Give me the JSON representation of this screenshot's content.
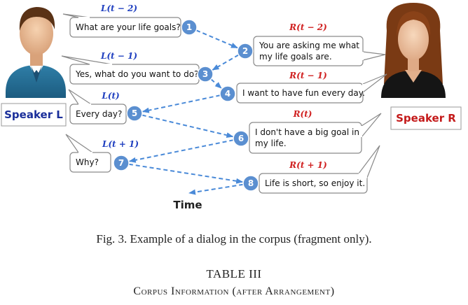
{
  "figure": {
    "caption": "Fig. 3.  Example of a dialog in the corpus (fragment only).",
    "speaker_l": "Speaker L",
    "speaker_r": "Speaker R",
    "time_label": "Time",
    "colors": {
      "node": "#5b8fd0",
      "arrow": "#4a8ad8",
      "speaker_l": "#1a2e9a",
      "speaker_r": "#c41a1a",
      "label_l": "#2040c0",
      "label_r": "#d02020"
    },
    "utterances": [
      {
        "num": "1",
        "label": "L(t − 2)",
        "lines": [
          "What are your life goals?"
        ]
      },
      {
        "num": "2",
        "label": "R(t − 2)",
        "lines": [
          "You are asking me what",
          "my life goals are."
        ]
      },
      {
        "num": "3",
        "label": "L(t − 1)",
        "lines": [
          "Yes, what do you want to do?"
        ]
      },
      {
        "num": "4",
        "label": "R(t − 1)",
        "lines": [
          "I want to have fun every day."
        ]
      },
      {
        "num": "5",
        "label": "L(t)",
        "lines": [
          "Every day?"
        ]
      },
      {
        "num": "6",
        "label": "R(t)",
        "lines": [
          "I don't have a big goal in",
          "my life."
        ]
      },
      {
        "num": "7",
        "label": "L(t + 1)",
        "lines": [
          "Why?"
        ]
      },
      {
        "num": "8",
        "label": "R(t + 1)",
        "lines": [
          "Life is short, so enjoy it."
        ]
      }
    ]
  },
  "table": {
    "title": "TABLE III",
    "subtitle": "Corpus Information (after Arrangement)"
  }
}
